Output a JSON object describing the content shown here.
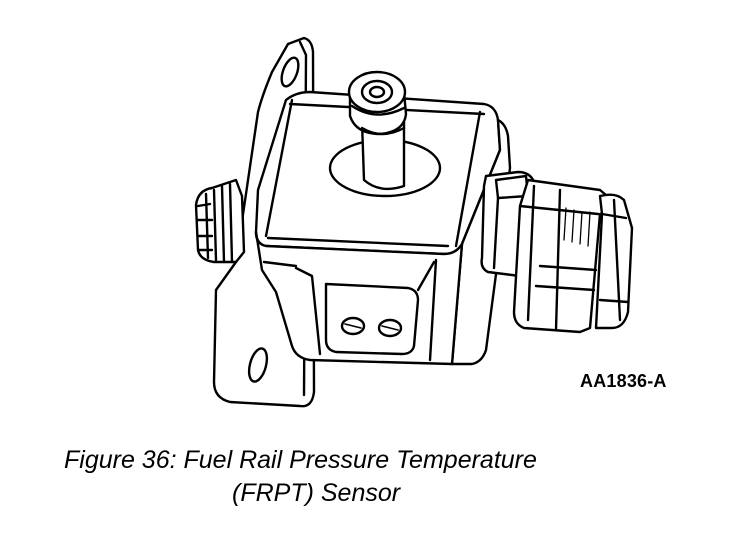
{
  "figure": {
    "reference_code": "AA1836-A",
    "caption_line1": "Figure 36: Fuel Rail Pressure Temperature",
    "caption_line2": "(FRPT) Sensor"
  },
  "colors": {
    "ink": "#000000",
    "paper": "#ffffff"
  }
}
